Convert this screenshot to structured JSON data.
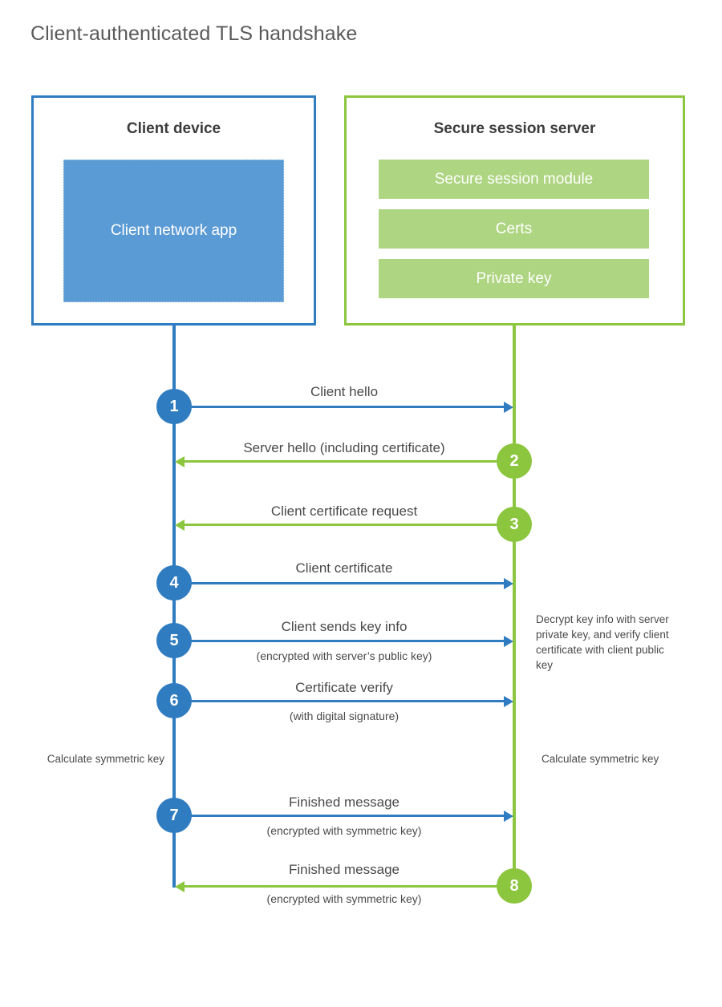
{
  "title": "Client-authenticated TLS handshake",
  "colors": {
    "client_blue": "#2f7cc0",
    "client_app_fill": "#5b9bd5",
    "server_green": "#8cc63f",
    "server_bar_fill": "#aed581",
    "text": "#4a4a4a",
    "title_text": "#5a5a5a"
  },
  "client_panel": {
    "title": "Client device",
    "app_label": "Client network app"
  },
  "server_panel": {
    "title": "Secure session server",
    "bars": [
      {
        "label": "Secure session module"
      },
      {
        "label": "Certs"
      },
      {
        "label": "Private key"
      }
    ]
  },
  "notes": {
    "server_decrypt": "Decrypt key info with server private key, and verify client certificate with client public key",
    "client_calculate": "Calculate symmetric key",
    "server_calculate": "Calculate symmetric key"
  },
  "chart_data": {
    "type": "table",
    "title": "Client-authenticated TLS handshake",
    "actors": [
      "Client device",
      "Secure session server"
    ],
    "steps": [
      {
        "number": "1",
        "label": "Client hello",
        "sub": "",
        "direction": "client-to-server",
        "origin": "client"
      },
      {
        "number": "2",
        "label": "Server hello (including certificate)",
        "sub": "",
        "direction": "server-to-client",
        "origin": "server"
      },
      {
        "number": "3",
        "label": "Client certificate request",
        "sub": "",
        "direction": "server-to-client",
        "origin": "server"
      },
      {
        "number": "4",
        "label": "Client certificate",
        "sub": "",
        "direction": "client-to-server",
        "origin": "client"
      },
      {
        "number": "5",
        "label": "Client sends key info",
        "sub": "(encrypted with server’s public key)",
        "direction": "client-to-server",
        "origin": "client"
      },
      {
        "number": "6",
        "label": "Certificate verify",
        "sub": "(with digital signature)",
        "direction": "client-to-server",
        "origin": "client"
      },
      {
        "number": "7",
        "label": "Finished message",
        "sub": "(encrypted with symmetric key)",
        "direction": "client-to-server",
        "origin": "client"
      },
      {
        "number": "8",
        "label": "Finished message",
        "sub": "(encrypted with symmetric key)",
        "direction": "server-to-client",
        "origin": "server"
      }
    ]
  }
}
